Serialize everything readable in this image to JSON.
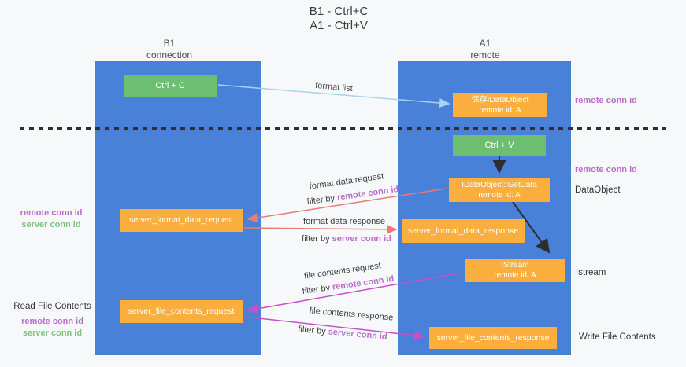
{
  "title": {
    "line1": "B1 - Ctrl+C",
    "line2": "A1 - Ctrl+V"
  },
  "columns": {
    "left": {
      "name": "B1",
      "subtitle": "connection"
    },
    "right": {
      "name": "A1",
      "subtitle": "remote"
    }
  },
  "nodes": {
    "ctrl_c": {
      "label": "Ctrl + C"
    },
    "save_idataobject": {
      "line1": "保存IDataObject",
      "line2": "remote id: A"
    },
    "ctrl_v": {
      "label": "Ctrl + V"
    },
    "getdata": {
      "line1": "IDataObject::GetData",
      "line2": "remote id: A"
    },
    "format_request": {
      "label": "server_format_data_request"
    },
    "format_response": {
      "label": "server_format_data_response"
    },
    "istream": {
      "line1": "IStream",
      "line2": "remote id: A"
    },
    "file_request": {
      "label": "server_file_contents_request"
    },
    "file_response": {
      "label": "server_file_contents_response"
    }
  },
  "arrow_labels": {
    "format_list": "format list",
    "format_data_request": "format data request",
    "format_data_response": "format data response",
    "file_contents_request": "file contents request",
    "file_contents_response": "file contents response",
    "filter_by": "filter by ",
    "remote_conn_id": "remote conn id",
    "server_conn_id": "server conn id"
  },
  "side_labels": {
    "remote_conn_id": "remote conn id",
    "server_conn_id": "server conn id",
    "dataobject": "DataObject",
    "istream": "Istream",
    "read_file_contents": "Read File Contents",
    "write_file_contents": "Write File Contents"
  },
  "colors": {
    "background": "#f7f8f9",
    "column_blue": "#4a81d8",
    "box_green": "#6dbe71",
    "box_orange": "#f9ae3d",
    "arrow_light_blue": "#a5d3f0",
    "arrow_salmon": "#e87a7a",
    "arrow_magenta": "#c750c7",
    "arrow_black": "#2d2d2d",
    "text_purple": "#b76fc9",
    "text_green": "#7ac47c",
    "divider_black": "#2f2f2f"
  }
}
